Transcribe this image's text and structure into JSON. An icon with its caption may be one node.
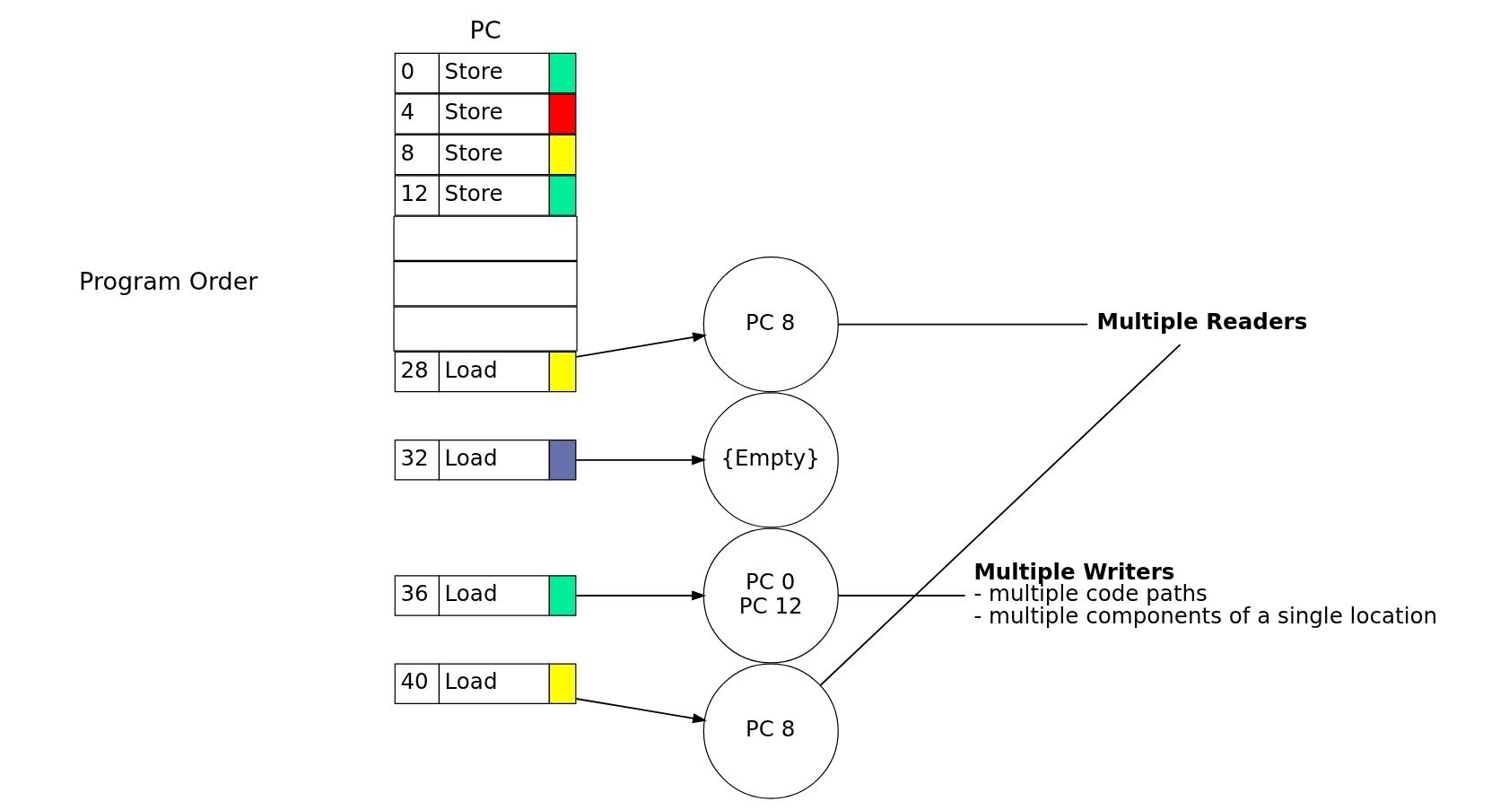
{
  "diagram": {
    "nodes": [
      {
        "text": [
          "0",
          "Store"
        ]
      },
      {
        "text": [
          "4",
          "Store"
        ]
      },
      {
        "text": [
          "8",
          "Store"
        ]
      },
      {
        "text": [
          "12",
          "Store"
        ]
      },
      {
        "text": [],
        "shape": "box"
      },
      {
        "text": [],
        "shape": "box"
      },
      {
        "text": [],
        "shape": "box"
      },
      {
        "text": [
          "28",
          "Load"
        ]
      },
      {
        "text": [
          "32",
          "Load"
        ]
      },
      {
        "text": [
          "36",
          "Load"
        ]
      },
      {
        "text": [
          "40",
          "Load"
        ]
      },
      {
        "text": [
          "PC 8"
        ]
      },
      {
        "text": [
          "{Empty}"
        ]
      },
      {
        "text": [
          "PC 0",
          "PC 12"
        ]
      },
      {
        "text": [
          "PC 8"
        ]
      },
      {
        "text": [
          "Multiple Readers"
        ]
      },
      {
        "text": [
          "Multiple Writers",
          "- multiple code paths",
          "- multiple components of a single location"
        ]
      }
    ],
    "edges": [
      {
        "from": 7,
        "to": 11,
        "arrow": "to"
      },
      {
        "from": 8,
        "to": 12,
        "arrow": "to"
      },
      {
        "from": 9,
        "to": 13,
        "arrow": "to"
      },
      {
        "from": 10,
        "to": 14,
        "arrow": "to"
      },
      {
        "from": 11,
        "to": 15,
        "arrow": "none"
      },
      {
        "from": 15,
        "to": 14,
        "arrow": "none"
      },
      {
        "from": 13,
        "to": 16,
        "arrow": "none"
      }
    ],
    "labels": [
      "PC",
      "Program Order"
    ]
  }
}
